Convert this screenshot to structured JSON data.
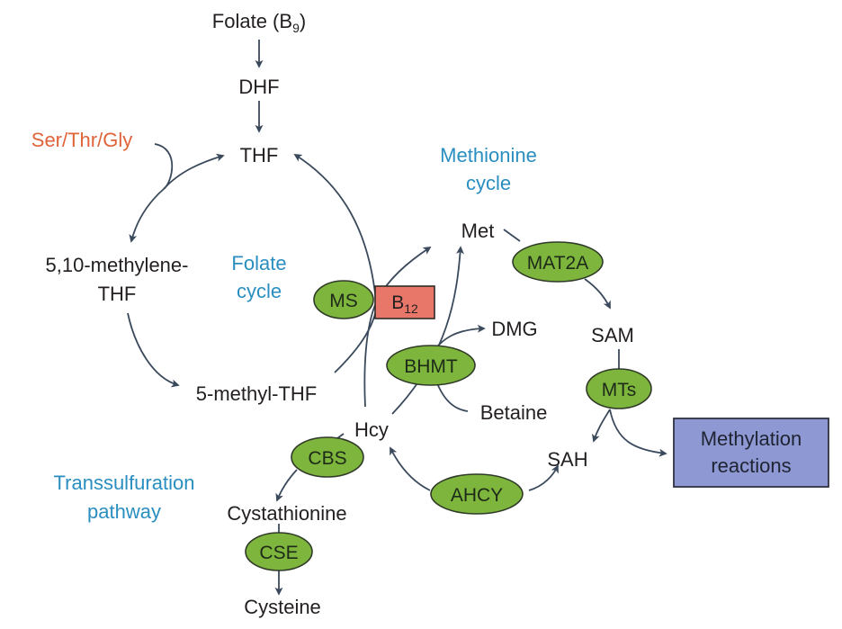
{
  "metabolites": {
    "folate": "Folate (B",
    "folate_sub": "9",
    "folate_close": ")",
    "dhf": "DHF",
    "thf": "THF",
    "methylene_thf_line1": "5,10-methylene-",
    "methylene_thf_line2": "THF",
    "methyl_thf": "5-methyl-THF",
    "met": "Met",
    "sam": "SAM",
    "sah": "SAH",
    "hcy": "Hcy",
    "dmg": "DMG",
    "betaine": "Betaine",
    "cystathionine": "Cystathionine",
    "cysteine": "Cysteine"
  },
  "inputs": {
    "ser_thr_gly": "Ser/Thr/Gly"
  },
  "cycles": {
    "folate_line1": "Folate",
    "folate_line2": "cycle",
    "methionine_line1": "Methionine",
    "methionine_line2": "cycle",
    "transsulfuration_line1": "Transsulfuration",
    "transsulfuration_line2": "pathway"
  },
  "enzymes": {
    "ms": "MS",
    "mat2a": "MAT2A",
    "bhmt": "BHMT",
    "mts": "MTs",
    "cbs": "CBS",
    "ahcy": "AHCY",
    "cse": "CSE"
  },
  "cofactor": {
    "b12": "B",
    "b12_sub": "12"
  },
  "output": {
    "methylation_line1": "Methylation",
    "methylation_line2": "reactions"
  },
  "colors": {
    "enzyme_fill": "#7db53d",
    "cofactor_fill": "#e8776a",
    "output_fill": "#8e98d2",
    "cycle_label": "#2a8ec0",
    "amino_acid_input": "#e0643a",
    "arrow": "#3a4a5c"
  }
}
